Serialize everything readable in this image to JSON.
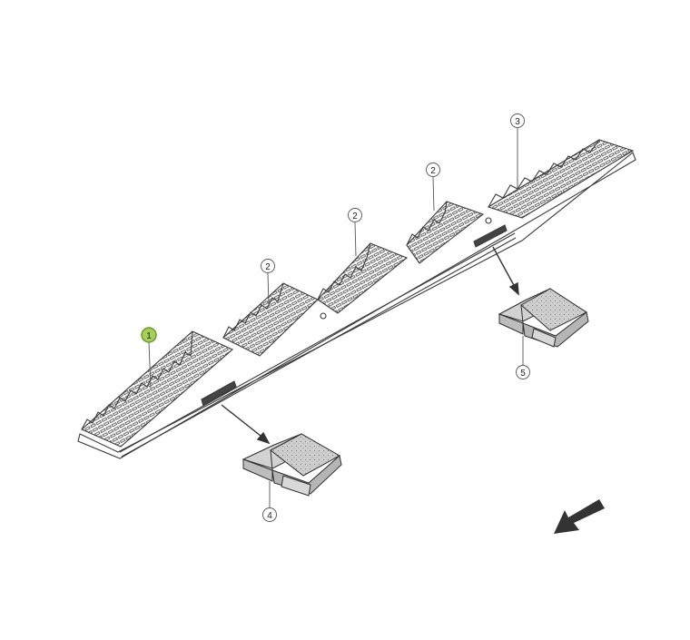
{
  "diagram": {
    "callouts": [
      {
        "label": "1",
        "highlighted": true
      },
      {
        "label": "2",
        "highlighted": false
      },
      {
        "label": "2",
        "highlighted": false
      },
      {
        "label": "2",
        "highlighted": false
      },
      {
        "label": "3",
        "highlighted": false
      },
      {
        "label": "4",
        "highlighted": false
      },
      {
        "label": "5",
        "highlighted": false
      }
    ],
    "colors": {
      "line": "#3a3a3a",
      "highlight_fill": "#a6cf5a",
      "highlight_stroke": "#6f9a2c",
      "detail_fill": "#c9c9c9",
      "arrow": "#333333"
    },
    "direction_icon": "arrow-down-left-icon"
  }
}
